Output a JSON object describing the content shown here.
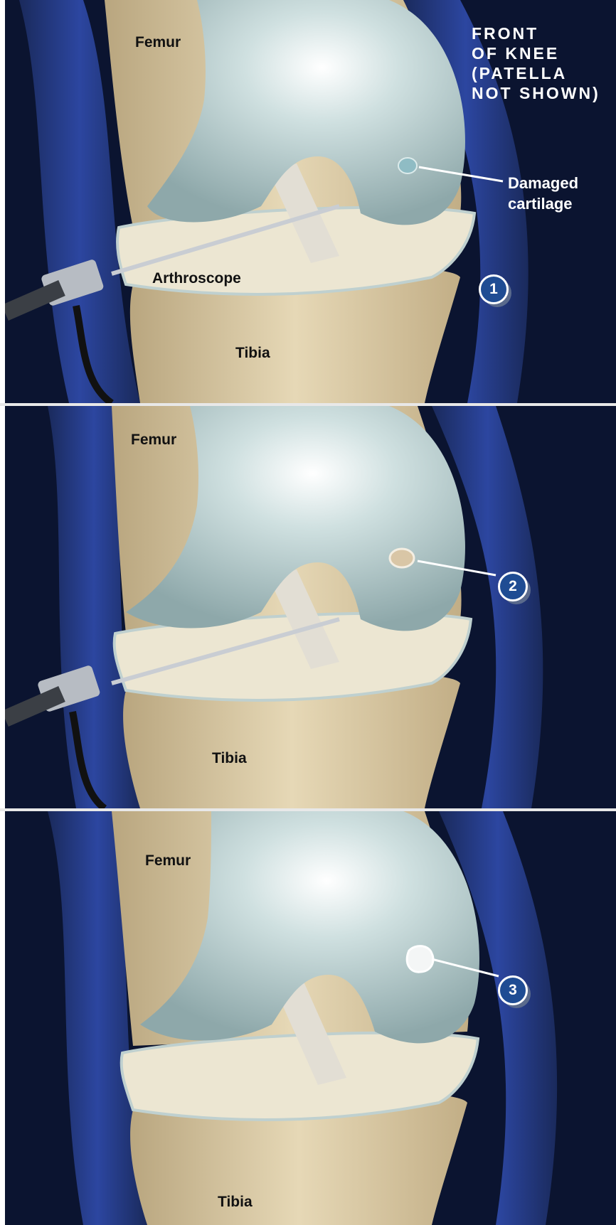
{
  "panels": [
    {
      "step": "1",
      "femur_label": "Femur",
      "tibia_label": "Tibia",
      "arthroscope_label": "Arthroscope",
      "damage_label_line1": "Damaged",
      "damage_label_line2": "cartilage",
      "view_note": [
        "FRONT",
        "OF KNEE",
        "(PATELLA",
        "NOT SHOWN)"
      ]
    },
    {
      "step": "2",
      "femur_label": "Femur",
      "tibia_label": "Tibia"
    },
    {
      "step": "3",
      "femur_label": "Femur",
      "tibia_label": "Tibia"
    }
  ],
  "colors": {
    "background": "#0b1430",
    "soft_tissue": "#23397a",
    "bone": "#d9c9a3",
    "cartilage": "#aac3c4",
    "badge": "#1f4c93"
  },
  "icons": [
    "arthroscope-tool-icon",
    "step-number-badge"
  ]
}
